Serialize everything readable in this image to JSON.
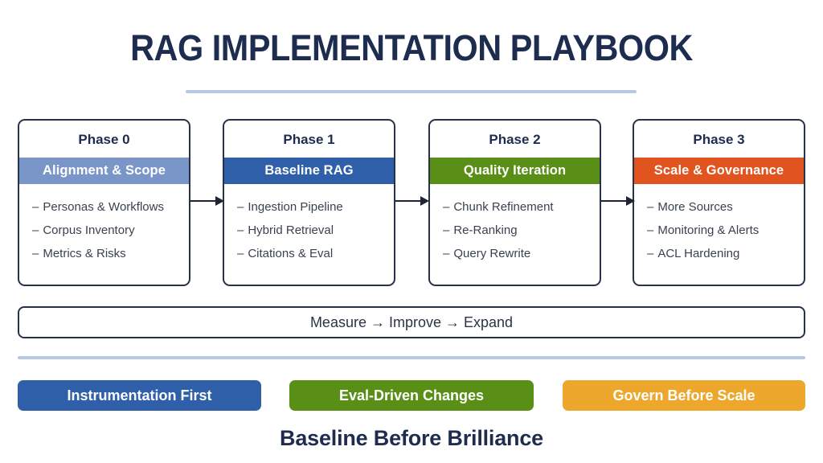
{
  "title": "RAG IMPLEMENTATION PLAYBOOK",
  "colors": {
    "title_text": "#1d2c4f",
    "rule": "#b9c8e0",
    "card_border": "#27324a",
    "body_text": "#3a4250"
  },
  "phases": [
    {
      "title": "Phase 0",
      "banner": "Alignment & Scope",
      "banner_color": "#7a96c8",
      "items": [
        "Personas & Workflows",
        "Corpus Inventory",
        "Metrics & Risks"
      ]
    },
    {
      "title": "Phase 1",
      "banner": "Baseline RAG",
      "banner_color": "#2e5fa8",
      "items": [
        "Ingestion Pipeline",
        "Hybrid Retrieval",
        "Citations & Eval"
      ]
    },
    {
      "title": "Phase 2",
      "banner": "Quality Iteration",
      "banner_color": "#5a8f17",
      "items": [
        "Chunk Refinement",
        "Re-Ranking",
        "Query Rewrite"
      ]
    },
    {
      "title": "Phase 3",
      "banner": "Scale & Governance",
      "banner_color": "#e2541f",
      "items": [
        "More Sources",
        "Monitoring & Alerts",
        "ACL Hardening"
      ]
    }
  ],
  "dash": "–",
  "measure_bar": "Measure → Improve → Expand",
  "badges": [
    {
      "label": "Instrumentation First",
      "color": "#2e5fa8"
    },
    {
      "label": "Eval-Driven Changes",
      "color": "#5a8f17"
    },
    {
      "label": "Govern Before Scale",
      "color": "#eca72c"
    }
  ],
  "tagline": "Baseline Before Brilliance"
}
